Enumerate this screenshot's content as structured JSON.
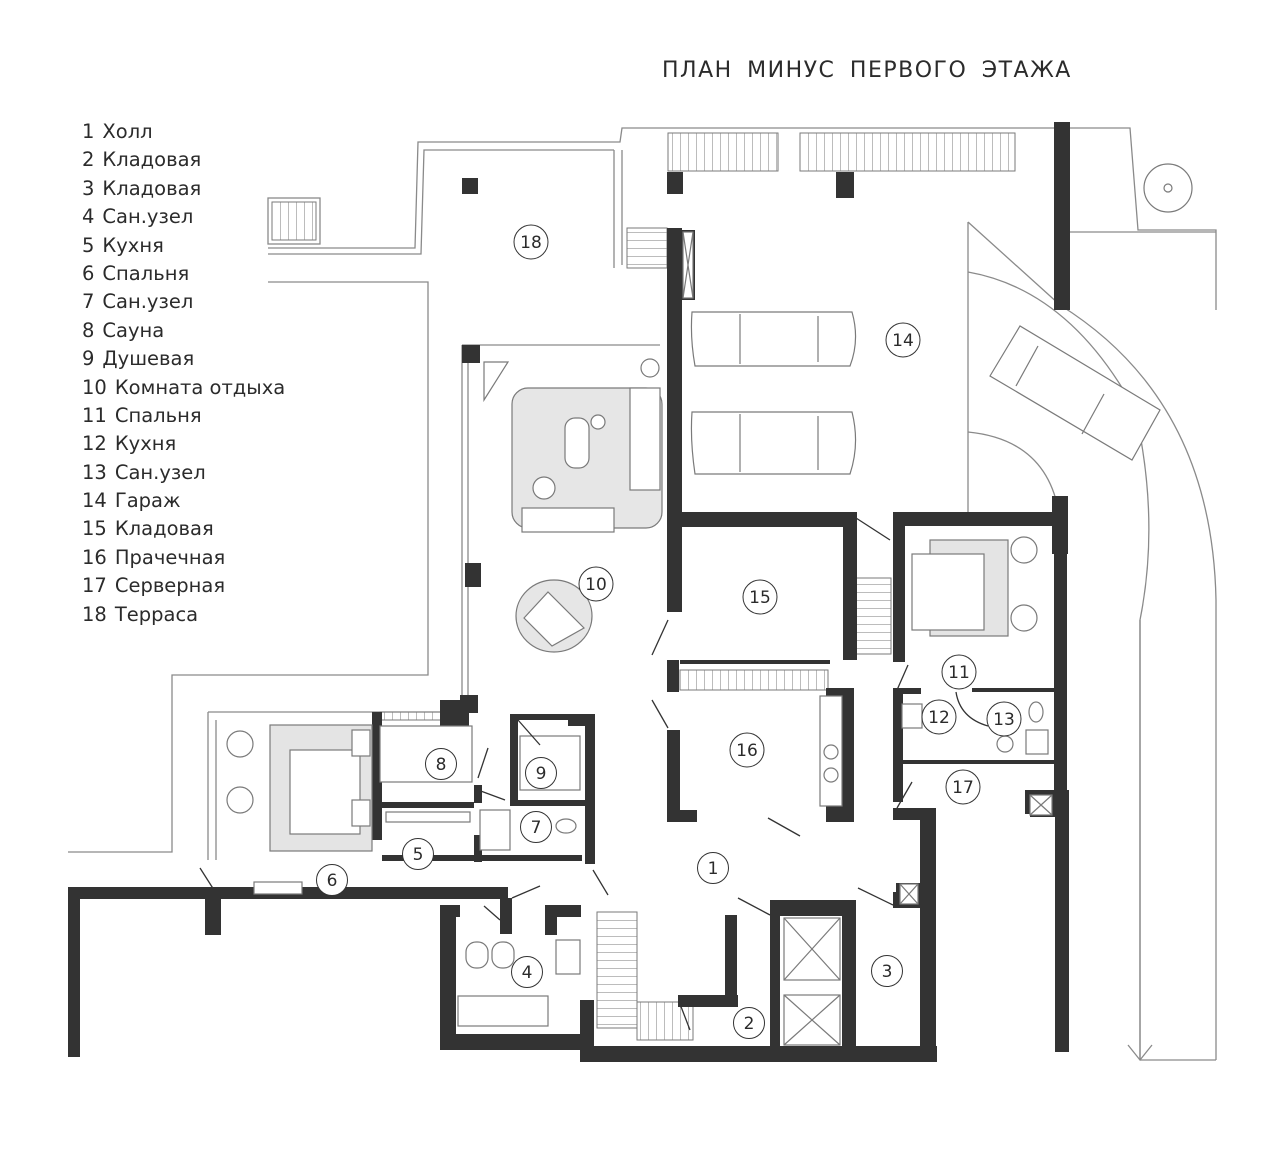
{
  "title": "ПЛАН МИНУС ПЕРВОГО ЭТАЖА",
  "legend": [
    {
      "num": "1",
      "name": "Холл"
    },
    {
      "num": "2",
      "name": "Кладовая"
    },
    {
      "num": "3",
      "name": "Кладовая"
    },
    {
      "num": "4",
      "name": "Сан.узел"
    },
    {
      "num": "5",
      "name": "Кухня"
    },
    {
      "num": "6",
      "name": "Спальня"
    },
    {
      "num": "7",
      "name": "Сан.узел"
    },
    {
      "num": "8",
      "name": "Сауна"
    },
    {
      "num": "9",
      "name": "Душевая"
    },
    {
      "num": "10",
      "name": "Комната отдыха"
    },
    {
      "num": "11",
      "name": "Спальня"
    },
    {
      "num": "12",
      "name": "Кухня"
    },
    {
      "num": "13",
      "name": "Сан.узел"
    },
    {
      "num": "14",
      "name": "Гараж"
    },
    {
      "num": "15",
      "name": "Кладовая"
    },
    {
      "num": "16",
      "name": "Прачечная"
    },
    {
      "num": "17",
      "name": "Серверная"
    },
    {
      "num": "18",
      "name": "Терраса"
    }
  ],
  "room_markers": [
    "1",
    "2",
    "3",
    "4",
    "5",
    "6",
    "7",
    "8",
    "9",
    "10",
    "11",
    "12",
    "13",
    "14",
    "15",
    "16",
    "17",
    "18"
  ],
  "colors": {
    "wall": "#333333",
    "line": "#7a7a7a",
    "rug": "#e4e4e4",
    "text": "#2b2b2b"
  }
}
